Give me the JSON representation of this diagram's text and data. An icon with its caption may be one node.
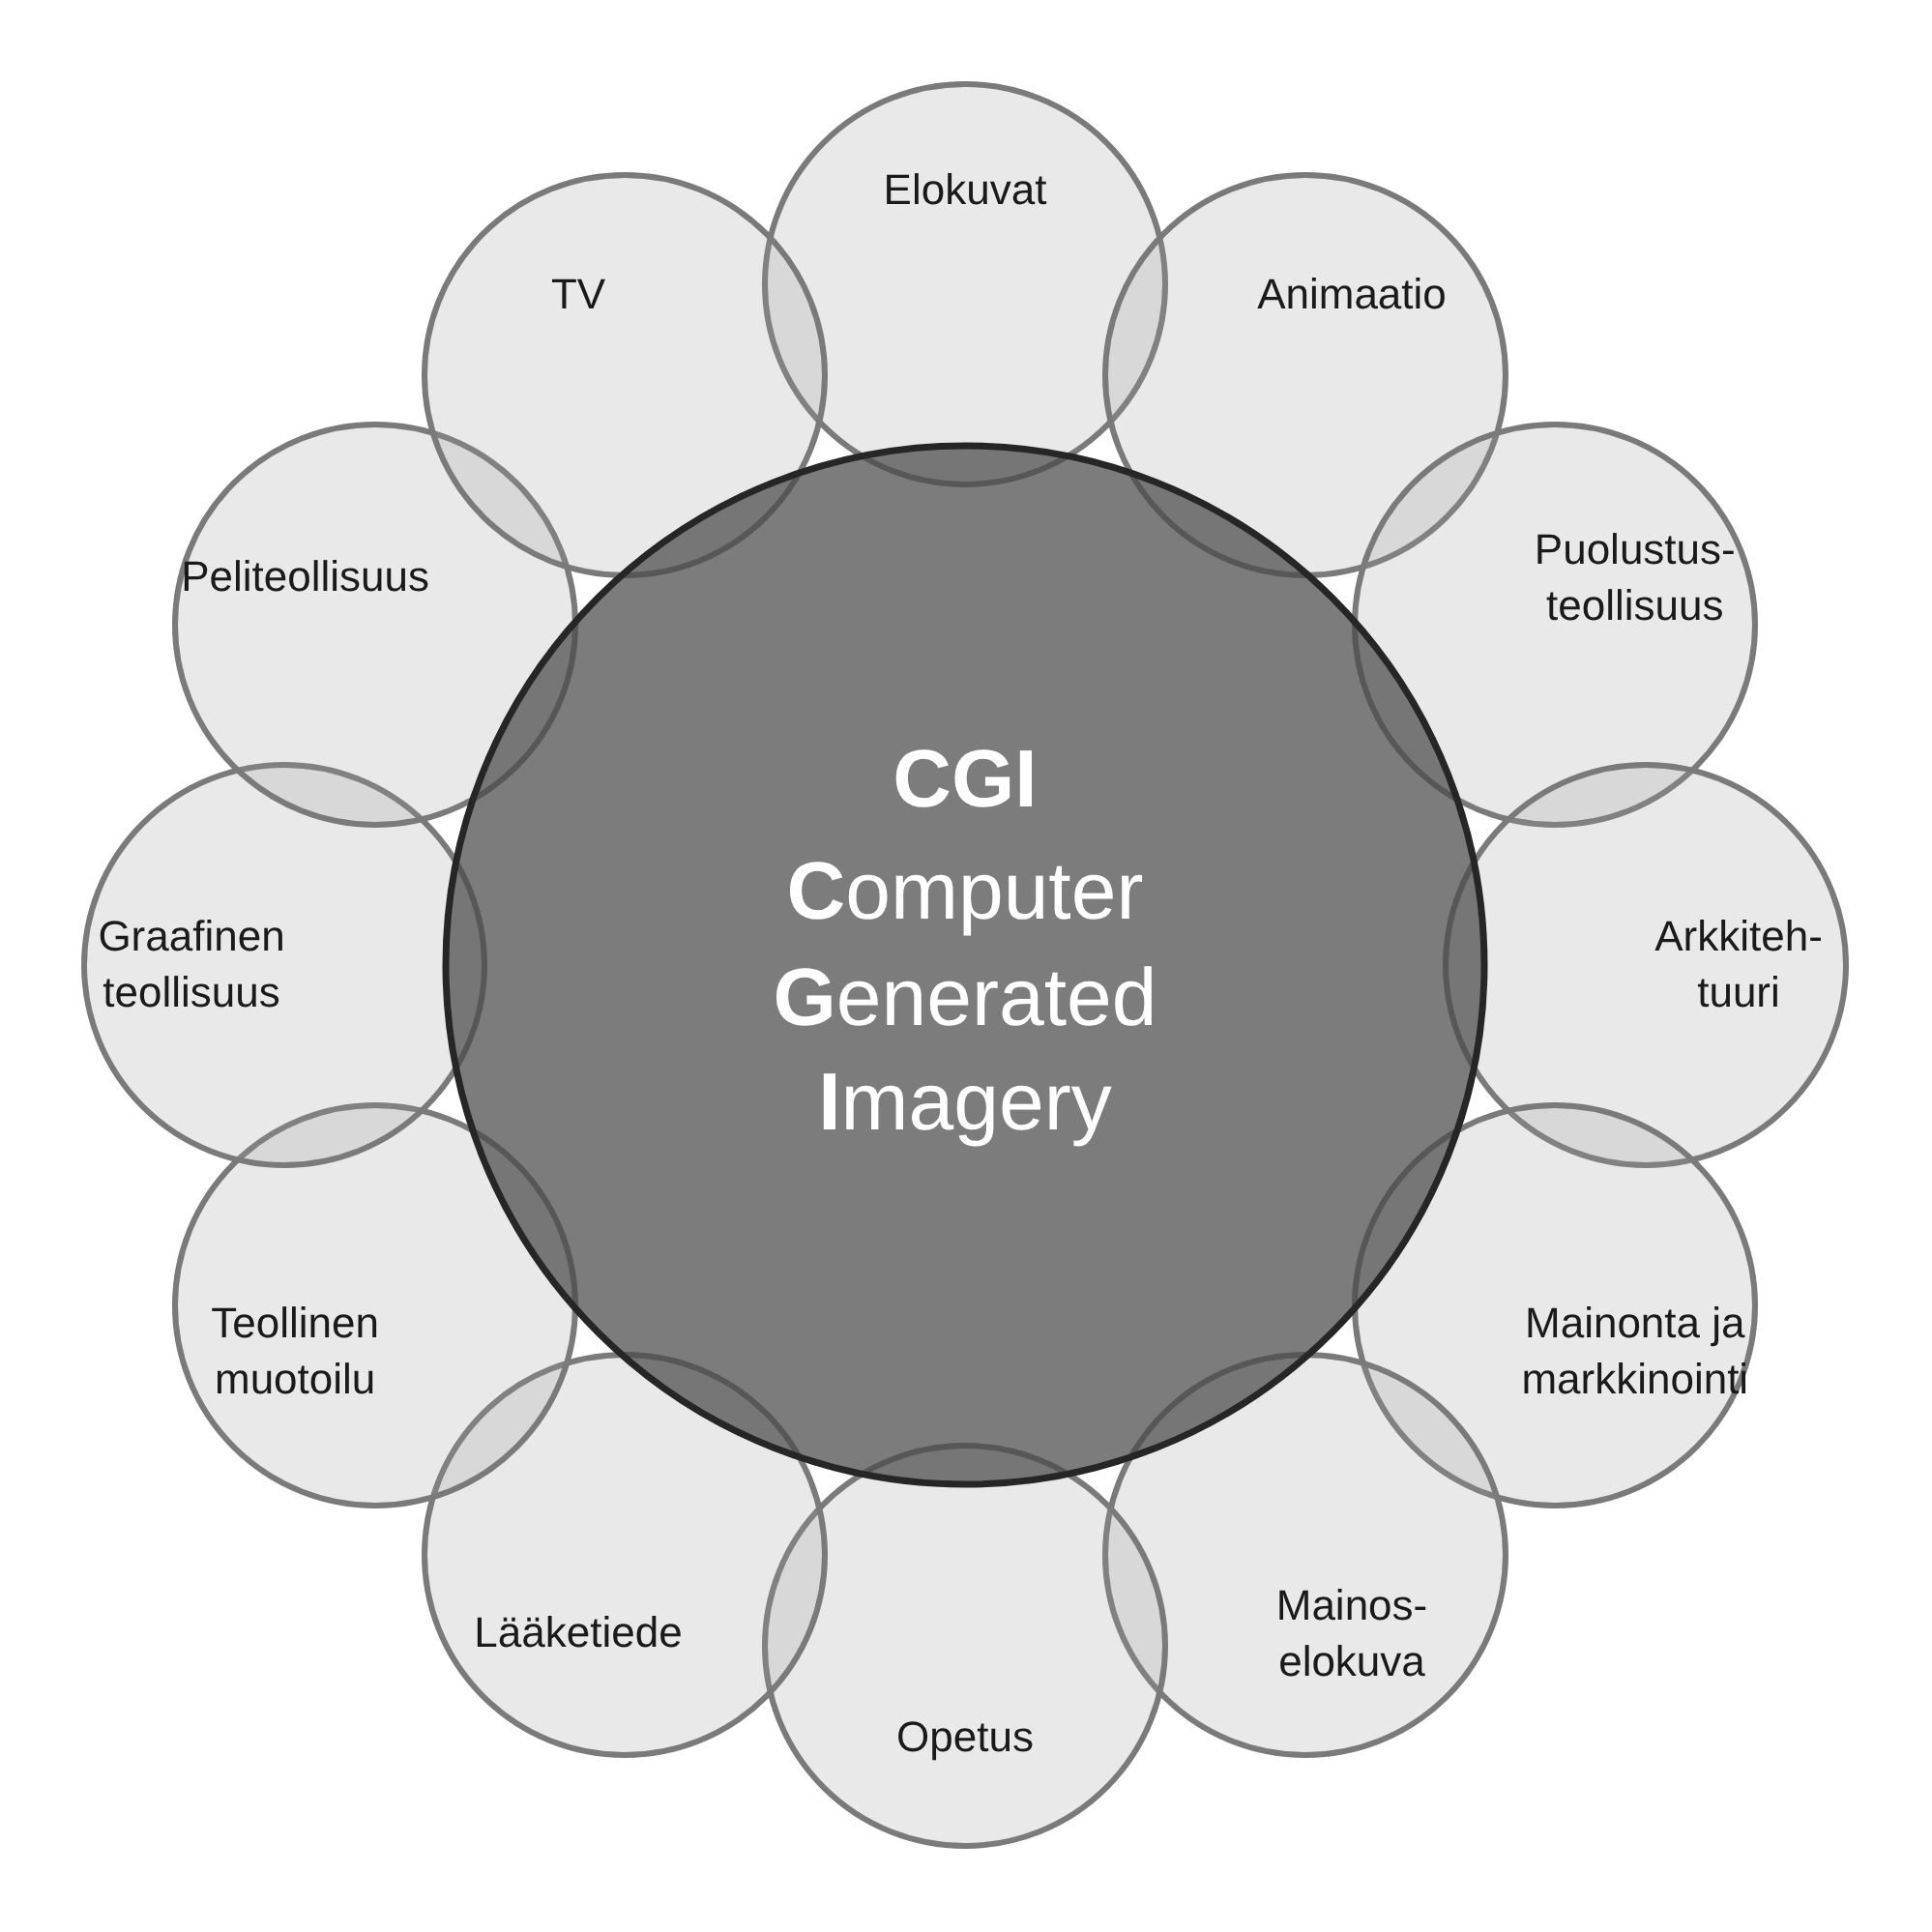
{
  "diagram": {
    "nodes": [
      {
        "text": [
          "CGI",
          "**C**omputer **G**enerated **I**magery"
        ]
      },
      {
        "text": [
          "Elokuvat"
        ]
      },
      {
        "text": [
          "Animaatio"
        ]
      },
      {
        "text": [
          "Puolustus-teollisuus"
        ]
      },
      {
        "text": [
          "Arkkiteh-tuuri"
        ]
      },
      {
        "text": [
          "Mainonta ja markkinointi"
        ]
      },
      {
        "text": [
          "Mainos-elokuva"
        ]
      },
      {
        "text": [
          "Opetus"
        ]
      },
      {
        "text": [
          "Lääketiede"
        ]
      },
      {
        "text": [
          "Teollinen muotoilu"
        ]
      },
      {
        "text": [
          "Graafinen teollisuus"
        ]
      },
      {
        "text": [
          "Peliteollisuus"
        ]
      },
      {
        "text": [
          "TV"
        ]
      }
    ]
  }
}
